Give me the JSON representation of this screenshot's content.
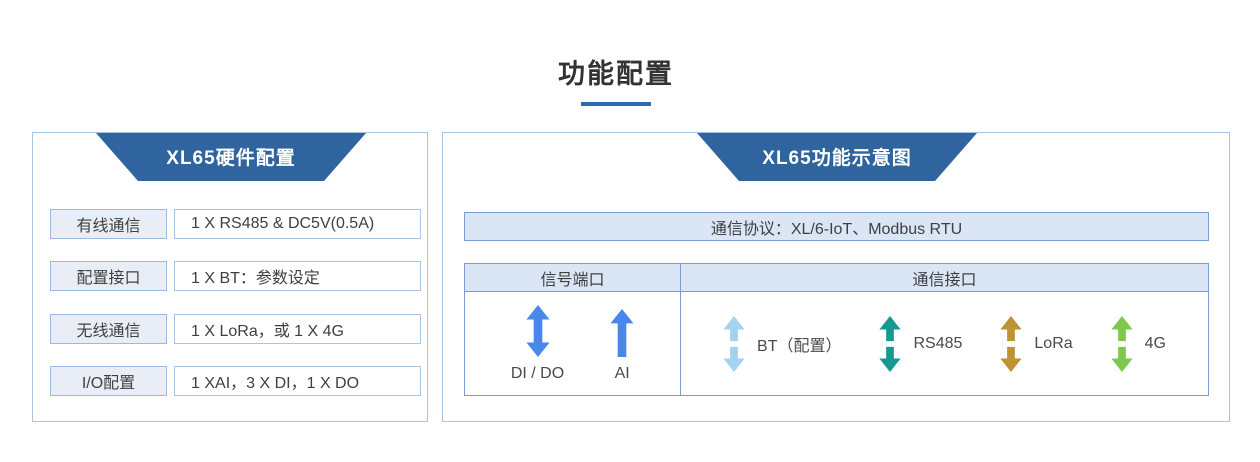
{
  "page": {
    "title": "功能配置",
    "accent_color": "#2e68ae",
    "header_color": "#2f649f"
  },
  "hardware_panel": {
    "header": "XL65硬件配置",
    "rows": [
      {
        "label": "有线通信",
        "value": "1 X RS485 & DC5V(0.5A)"
      },
      {
        "label": "配置接口",
        "value": "1 X BT：参数设定"
      },
      {
        "label": "无线通信",
        "value": "1 X LoRa，或 1 X 4G"
      },
      {
        "label": "I/O配置",
        "value": "1 XAI，3 X DI，1 X DO"
      }
    ]
  },
  "diagram_panel": {
    "header": "XL65功能示意图",
    "protocol": "通信协议：XL/6-IoT、Modbus RTU",
    "table": {
      "signal_header": "信号端口",
      "comm_header": "通信接口",
      "signal_ports": [
        {
          "label": "DI / DO",
          "arrow": "double-arrow",
          "color": "#4a87ea"
        },
        {
          "label": "AI",
          "arrow": "up-arrow",
          "color": "#4a87ea"
        }
      ],
      "comm_interfaces": [
        {
          "label": "BT（配置）",
          "arrow": "split-double-arrow",
          "color": "#a4d2f0"
        },
        {
          "label": "RS485",
          "arrow": "split-double-arrow",
          "color": "#149a93"
        },
        {
          "label": "LoRa",
          "arrow": "split-double-arrow",
          "color": "#bf9232"
        },
        {
          "label": "4G",
          "arrow": "split-double-arrow",
          "color": "#7ec84e"
        }
      ]
    }
  }
}
